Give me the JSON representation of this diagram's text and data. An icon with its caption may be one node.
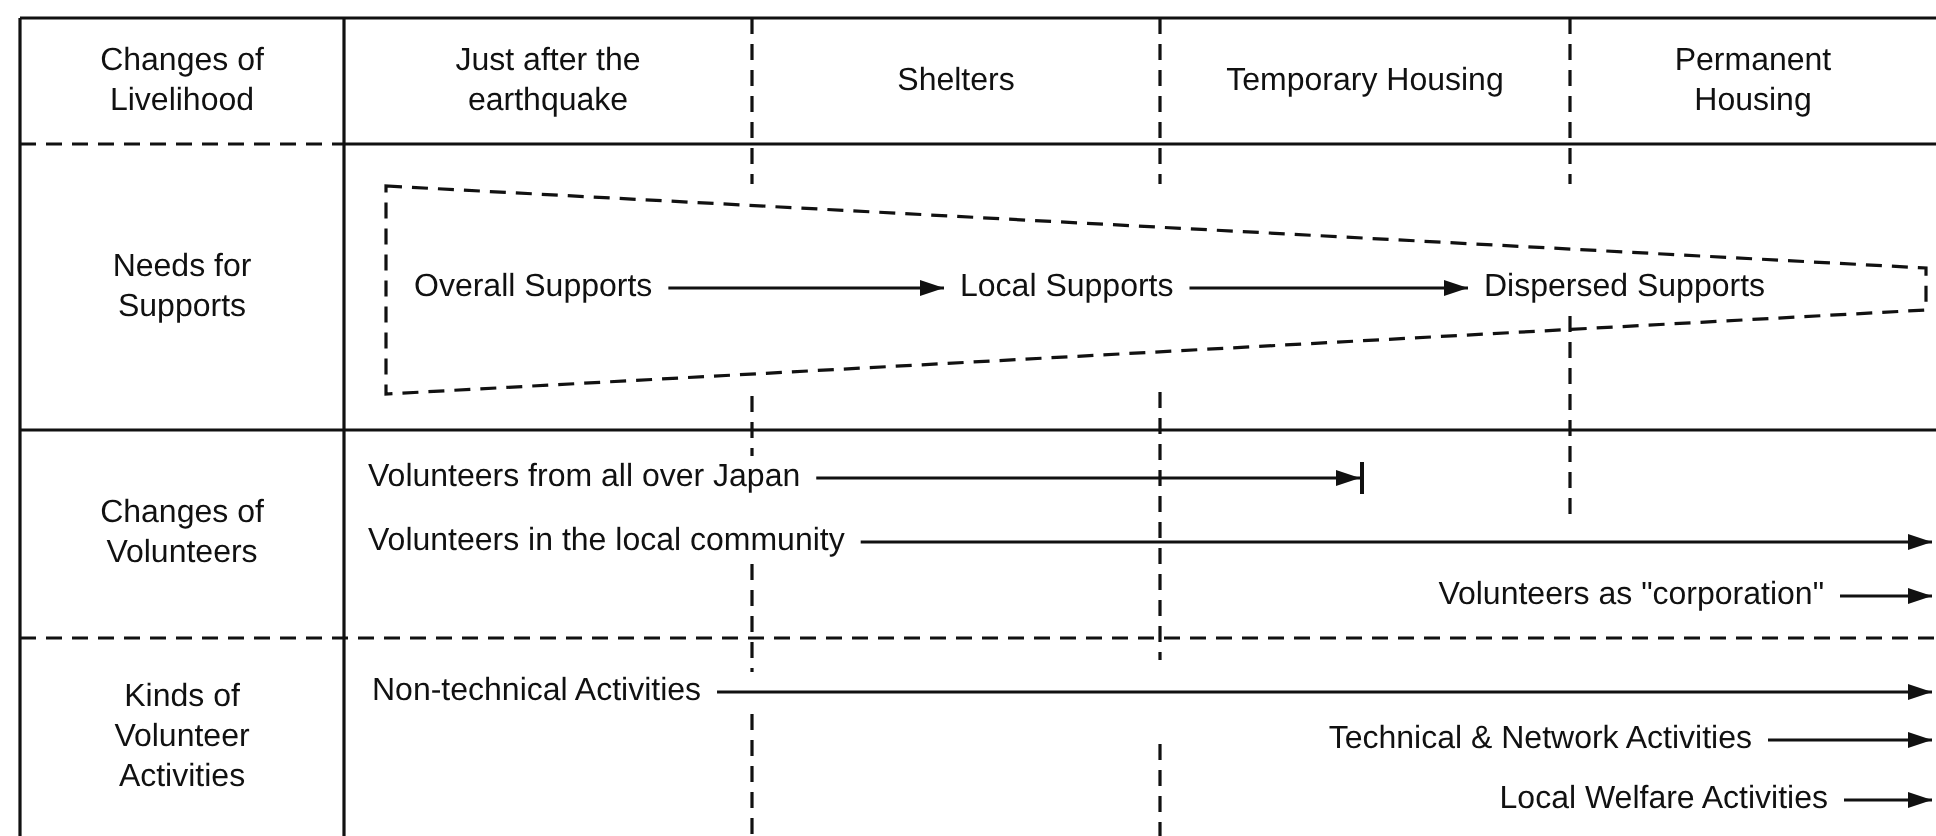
{
  "diagram": {
    "nodes": [
      {
        "text": [],
        "shape": "trapezoid"
      },
      {
        "text": [
          "Overall Supports"
        ],
        "in": 0
      },
      {
        "text": [
          "Local Supports"
        ],
        "in": 0
      },
      {
        "text": [
          "Dispersed Supports"
        ],
        "in": 0
      },
      {
        "text": [
          "Volunteers from all over Japan"
        ]
      },
      {
        "text": [
          "Volunteers in the local community"
        ]
      },
      {
        "text": [
          "Volunteers as \"corporation\""
        ]
      },
      {
        "text": [
          "Non-technical Activities"
        ]
      },
      {
        "text": [
          "Technical & Network Activities"
        ]
      },
      {
        "text": [
          "Local Welfare Activities"
        ]
      }
    ],
    "edges": [
      {
        "from": 1,
        "to": 2,
        "arrow": "to"
      },
      {
        "from": 2,
        "to": 3,
        "arrow": "to"
      },
      {
        "from": 4,
        "to": null,
        "arrow": "to"
      },
      {
        "from": 5,
        "to": null,
        "arrow": "to"
      },
      {
        "from": 6,
        "to": null,
        "arrow": "to"
      },
      {
        "from": 7,
        "to": null,
        "arrow": "to"
      },
      {
        "from": 8,
        "to": null,
        "arrow": "to"
      },
      {
        "from": 9,
        "to": null,
        "arrow": "to"
      }
    ],
    "labels": [
      "Changes of Livelihood",
      "Just after the earthquake",
      "Shelters",
      "Temporary Housing",
      "Permanent Housing",
      "Needs for Supports",
      "Changes of Volunteers",
      "Kinds of Volunteer Activities"
    ]
  }
}
